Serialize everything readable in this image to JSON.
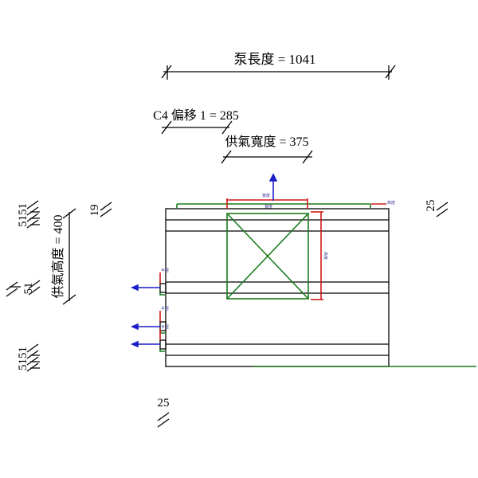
{
  "dimensions": {
    "pump_length": "泵長度 = 1041",
    "c4_offset": "C4 偏移 1 = 285",
    "supply_width": "供氣寬度 = 375",
    "supply_height": "供氣高度 = 400",
    "left_top": "5151",
    "left_mid": "51",
    "left_bottom": "5151",
    "left_19": "19",
    "right_25": "25",
    "bottom_25": "25"
  },
  "labels": {
    "width_top": "寬度",
    "width_inner": "寬度",
    "height_right": "高度",
    "height_side": "高度",
    "radius_1": "半徑",
    "radius_2": "半徑",
    "radius_3": "半徑"
  },
  "colors": {
    "green": "#1a7a1a",
    "red": "#d01818",
    "blue": "#1c1cc8"
  }
}
